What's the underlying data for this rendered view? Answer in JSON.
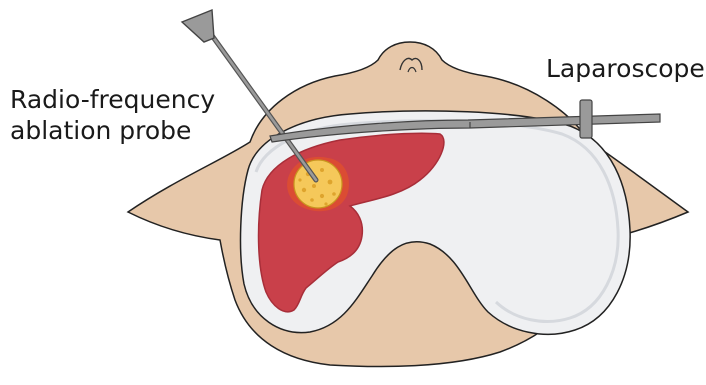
{
  "labels": {
    "probe_line1": "Radio-frequency",
    "probe_line2": "ablation probe",
    "laparoscope": "Laparoscope"
  },
  "colors": {
    "skin": "#e7c8aa",
    "skin_outline": "#222222",
    "cavity": "#eff0f2",
    "cavity_rim": "#d6d9de",
    "liver": "#c9404a",
    "liver_dark": "#a82e39",
    "tumor": "#f5c85a",
    "tumor_halo": "#e0502c",
    "instrument": "#9a9a9a",
    "instrument_dark": "#555555"
  }
}
